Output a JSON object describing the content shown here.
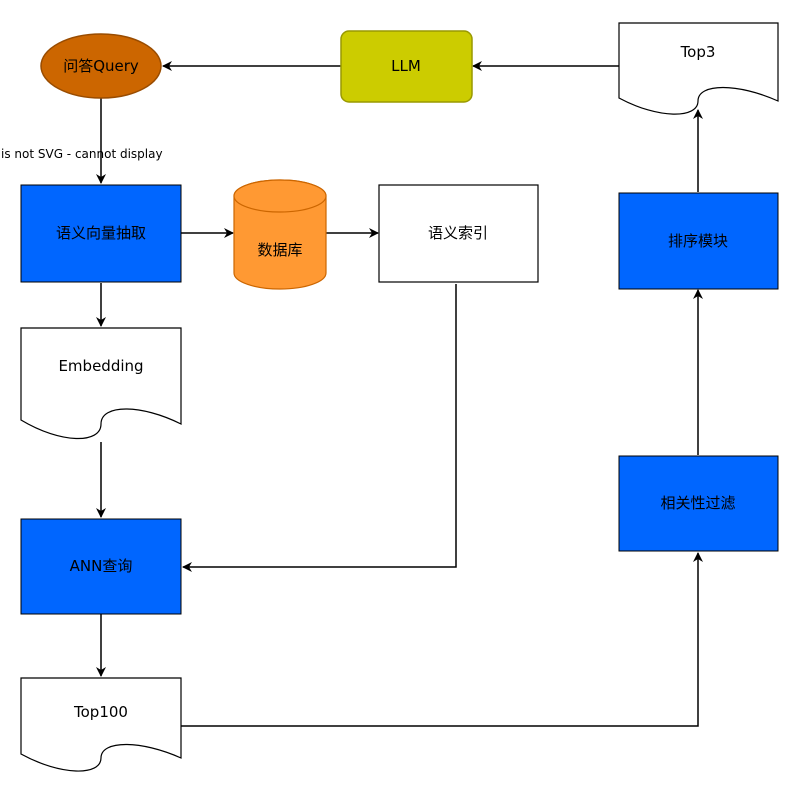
{
  "nodes": {
    "qa_query": "问答Query",
    "llm": "LLM",
    "top3": "Top3",
    "semantic_vector_extraction": "语义向量抽取",
    "database": "数据库",
    "semantic_index": "语义索引",
    "embedding": "Embedding",
    "ranking_module": "排序模块",
    "relevance_filter": "相关性过滤",
    "ann_query": "ANN查询",
    "top100": "Top100"
  },
  "note": "is not SVG - cannot display",
  "colors": {
    "blue_process": "#0066ff",
    "llm_fill": "#cccc00",
    "llm_stroke": "#999900",
    "query_fill": "#cc6600",
    "query_stroke": "#994c00",
    "db_fill": "#ff9933",
    "db_stroke": "#cc6600",
    "stroke": "#000000"
  }
}
